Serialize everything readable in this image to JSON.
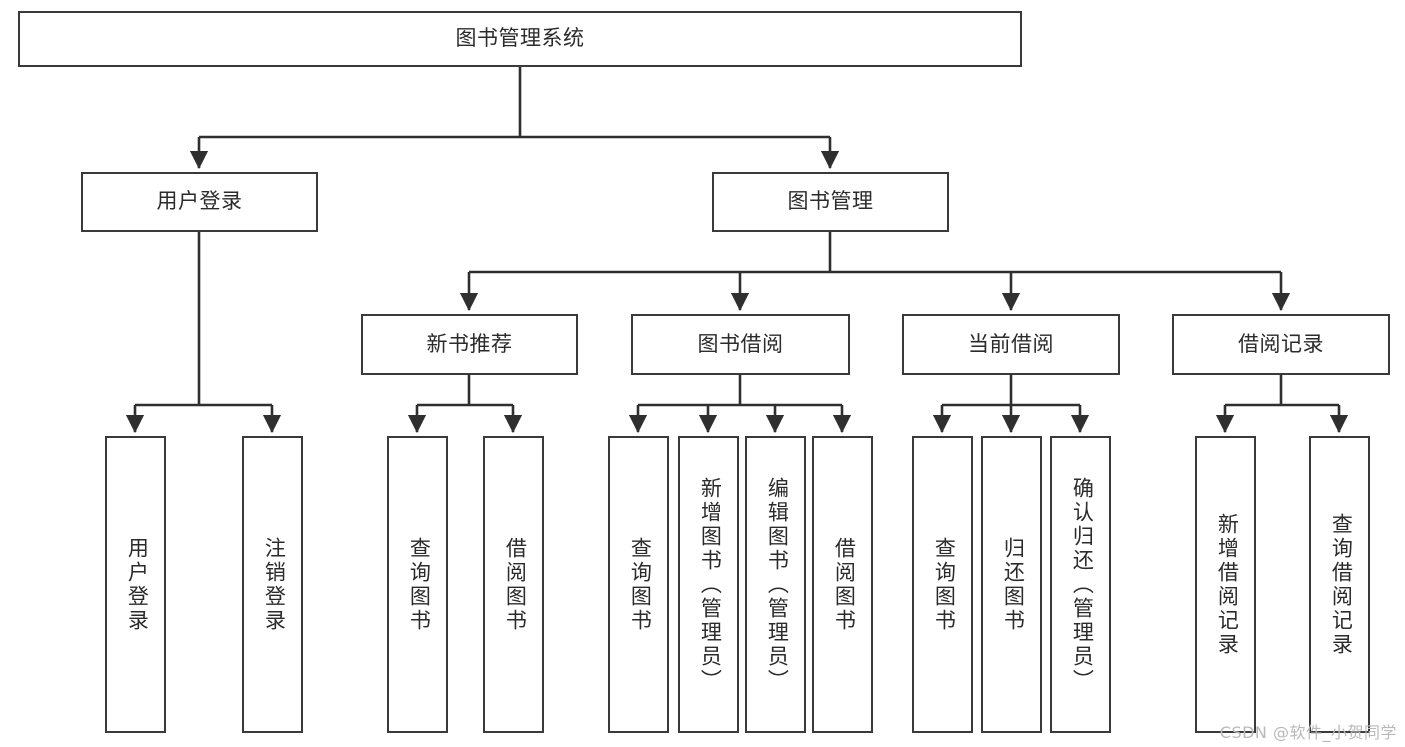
{
  "diagram": {
    "title": "图书管理系统",
    "watermark": "CSDN @软件_小贺同学",
    "colors": {
      "border": "#3a3a3a",
      "background": "#ffffff",
      "text": "#2b2b2b",
      "connector": "#2f2f2f",
      "watermark": "#b9b9b9"
    }
  },
  "nodes": {
    "root": {
      "label": "图书管理系统"
    },
    "level1": [
      {
        "label": "用户登录"
      },
      {
        "label": "图书管理"
      }
    ],
    "level2": [
      {
        "label": "新书推荐"
      },
      {
        "label": "图书借阅"
      },
      {
        "label": "当前借阅"
      },
      {
        "label": "借阅记录"
      }
    ],
    "leaves": {
      "user_login": [
        {
          "label": "用户登录"
        },
        {
          "label": "注销登录"
        }
      ],
      "new_book": [
        {
          "label": "查询图书"
        },
        {
          "label": "借阅图书"
        }
      ],
      "borrow_book": [
        {
          "label": "查询图书"
        },
        {
          "label": "新增图书（管理员）"
        },
        {
          "label": "编辑图书（管理员）"
        },
        {
          "label": "借阅图书"
        }
      ],
      "current_borrow": [
        {
          "label": "查询图书"
        },
        {
          "label": "归还图书"
        },
        {
          "label": "确认归还（管理员）"
        }
      ],
      "borrow_record": [
        {
          "label": "新增借阅记录"
        },
        {
          "label": "查询借阅记录"
        }
      ]
    }
  }
}
